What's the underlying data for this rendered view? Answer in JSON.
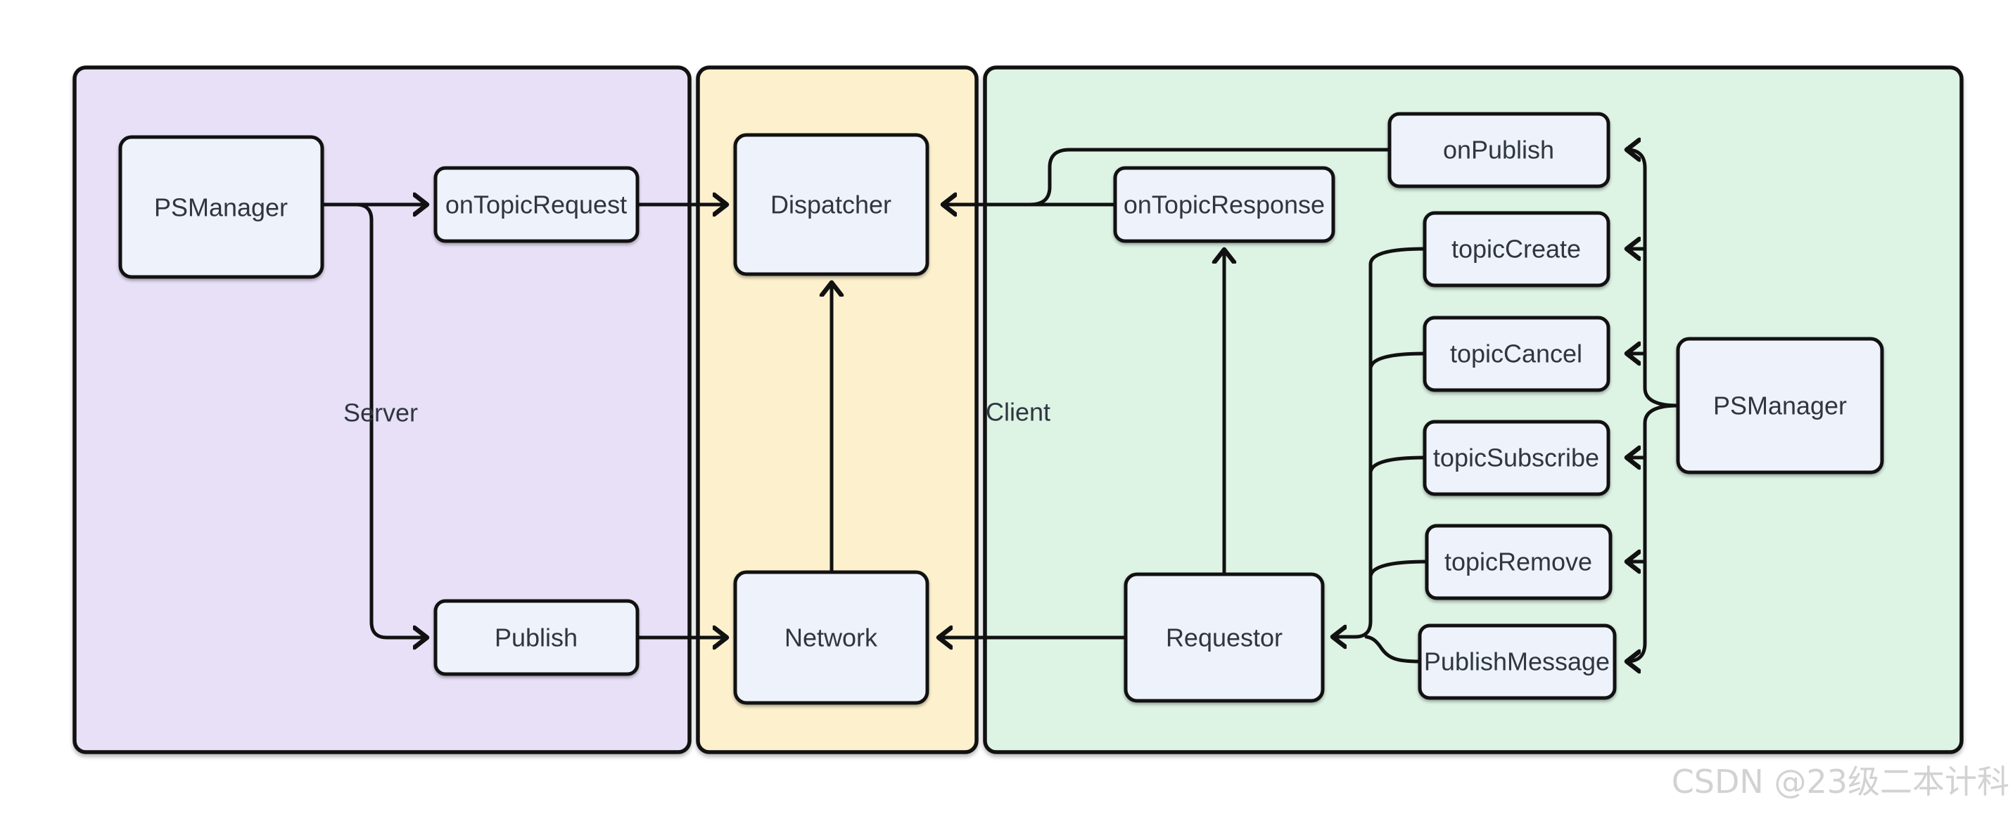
{
  "diagram": {
    "regions": [
      {
        "id": "server",
        "label": "Server",
        "bg": "#e8e0f7"
      },
      {
        "id": "transport",
        "label": "",
        "bg": "#fdf0cd"
      },
      {
        "id": "client",
        "label": "Client",
        "bg": "#ddf3e4"
      }
    ],
    "nodes": [
      {
        "id": "ps-manager-server",
        "label": "PSManager",
        "region": "server"
      },
      {
        "id": "on-topic-request",
        "label": "onTopicRequest",
        "region": "server"
      },
      {
        "id": "publish",
        "label": "Publish",
        "region": "server"
      },
      {
        "id": "dispatcher",
        "label": "Dispatcher",
        "region": "transport"
      },
      {
        "id": "network",
        "label": "Network",
        "region": "transport"
      },
      {
        "id": "on-topic-response",
        "label": "onTopicResponse",
        "region": "client"
      },
      {
        "id": "on-publish",
        "label": "onPublish",
        "region": "client"
      },
      {
        "id": "topic-create",
        "label": "topicCreate",
        "region": "client"
      },
      {
        "id": "topic-cancel",
        "label": "topicCancel",
        "region": "client"
      },
      {
        "id": "topic-subscribe",
        "label": "topicSubscribe",
        "region": "client"
      },
      {
        "id": "topic-remove",
        "label": "topicRemove",
        "region": "client"
      },
      {
        "id": "publish-message",
        "label": "PublishMessage",
        "region": "client"
      },
      {
        "id": "requestor",
        "label": "Requestor",
        "region": "client"
      },
      {
        "id": "ps-manager-client",
        "label": "PSManager",
        "region": "client"
      }
    ],
    "edges": [
      {
        "from": "ps-manager-server",
        "to": "on-topic-request"
      },
      {
        "from": "ps-manager-server",
        "to": "publish"
      },
      {
        "from": "on-topic-request",
        "to": "dispatcher"
      },
      {
        "from": "publish",
        "to": "network"
      },
      {
        "from": "network",
        "to": "dispatcher"
      },
      {
        "from": "on-topic-response",
        "to": "dispatcher"
      },
      {
        "from": "on-publish",
        "to": "dispatcher"
      },
      {
        "from": "requestor",
        "to": "on-topic-response"
      },
      {
        "from": "requestor",
        "to": "network"
      },
      {
        "from": "topic-create",
        "to": "requestor"
      },
      {
        "from": "topic-cancel",
        "to": "requestor"
      },
      {
        "from": "topic-subscribe",
        "to": "requestor"
      },
      {
        "from": "topic-remove",
        "to": "requestor"
      },
      {
        "from": "publish-message",
        "to": "requestor"
      },
      {
        "from": "ps-manager-client",
        "to": "on-publish"
      },
      {
        "from": "ps-manager-client",
        "to": "topic-create"
      },
      {
        "from": "ps-manager-client",
        "to": "topic-cancel"
      },
      {
        "from": "ps-manager-client",
        "to": "topic-subscribe"
      },
      {
        "from": "ps-manager-client",
        "to": "topic-remove"
      },
      {
        "from": "ps-manager-client",
        "to": "publish-message"
      }
    ]
  },
  "colors": {
    "server_bg": "#e8e0f7",
    "transport_bg": "#fdf0cd",
    "client_bg": "#ddf3e4",
    "node_bg": "#eef2fb",
    "line": "#111111",
    "text": "#2f3640",
    "watermark": "#d2d2d2"
  },
  "watermark": "CSDN @23级二本计科"
}
